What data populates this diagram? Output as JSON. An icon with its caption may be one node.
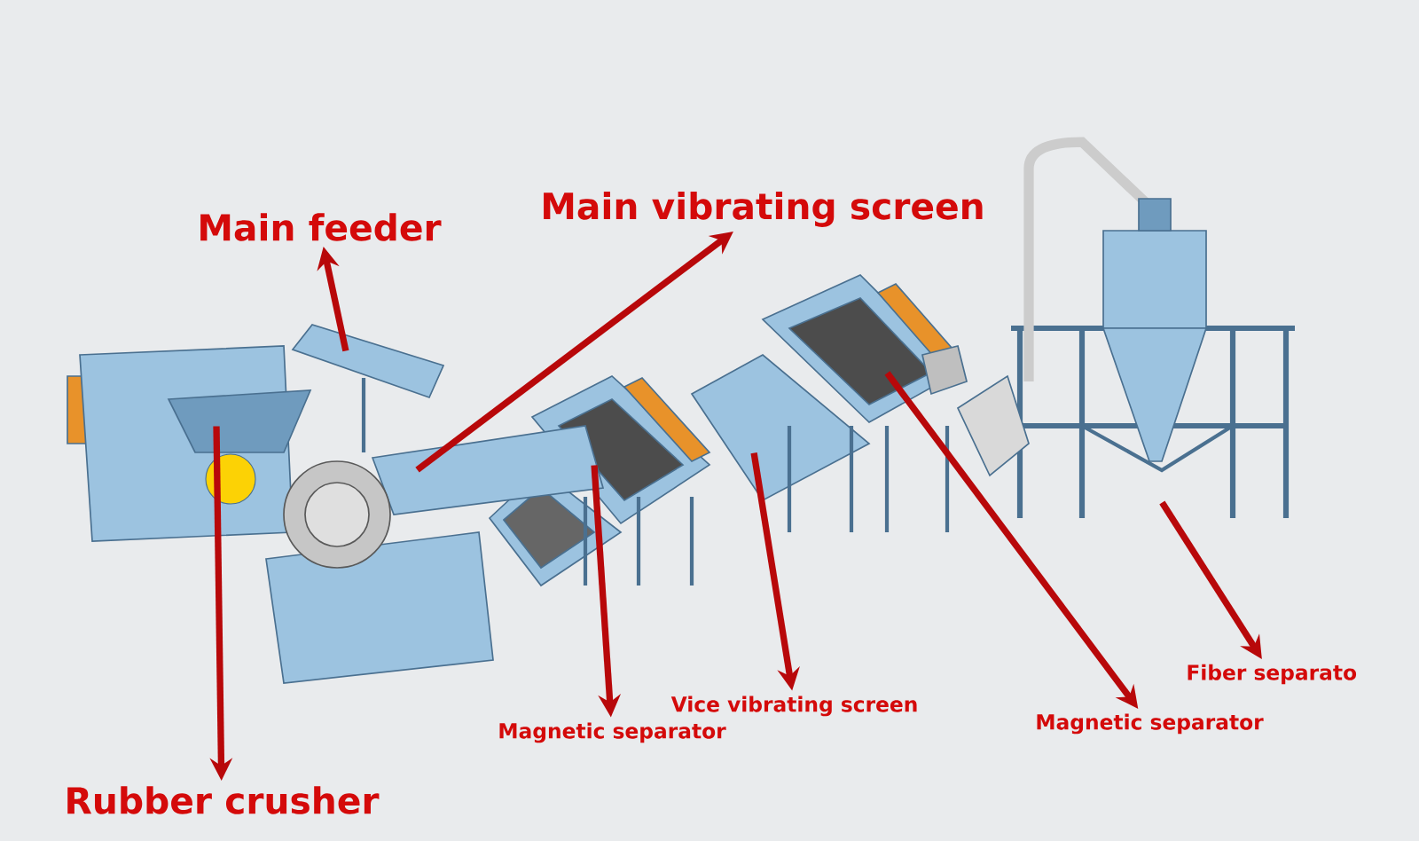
{
  "diagram": {
    "nodes": [
      {
        "text": [
          "Main feeder"
        ]
      },
      {
        "text": [
          "Main vibrating screen"
        ]
      },
      {
        "text": [
          "Rubber crusher"
        ]
      },
      {
        "text": [
          "Magnetic separator"
        ]
      },
      {
        "text": [
          "Vice vibrating screen"
        ]
      },
      {
        "text": [
          "Magnetic separator"
        ]
      },
      {
        "text": [
          "Fiber separato"
        ]
      },
      {
        "text": [],
        "shape": "picture"
      },
      {
        "text": [],
        "shape": "picture"
      },
      {
        "text": [],
        "shape": "picture"
      },
      {
        "text": [],
        "shape": "picture"
      },
      {
        "text": [],
        "shape": "picture"
      },
      {
        "text": [],
        "shape": "picture"
      },
      {
        "text": [],
        "shape": "picture"
      }
    ],
    "edges": [
      {
        "from": 8,
        "to": 0,
        "arrow": "to"
      },
      {
        "from": 9,
        "to": 1,
        "arrow": "to"
      },
      {
        "from": 7,
        "to": 2,
        "arrow": "to"
      },
      {
        "from": 10,
        "to": 3,
        "arrow": "to"
      },
      {
        "from": 11,
        "to": 4,
        "arrow": "to"
      },
      {
        "from": 12,
        "to": 5,
        "arrow": "to"
      },
      {
        "from": 13,
        "to": 6,
        "arrow": "to"
      }
    ]
  }
}
